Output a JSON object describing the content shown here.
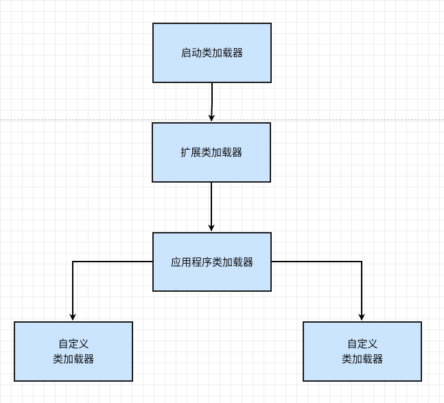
{
  "diagram": {
    "colors": {
      "node_fill": "#cce5ff",
      "node_border": "#1a1a1a",
      "edge": "#000000",
      "background": "#ffffff",
      "grid": "#eeeeee"
    },
    "nodes": {
      "bootstrap": {
        "label": "启动类加载器"
      },
      "extension": {
        "label": "扩展类加载器"
      },
      "application": {
        "label": "应用程序类加载器"
      },
      "custom_left": {
        "label": "自定义\n类加载器"
      },
      "custom_right": {
        "label": "自定义\n类加载器"
      }
    },
    "edges": [
      {
        "from": "bootstrap",
        "to": "extension"
      },
      {
        "from": "extension",
        "to": "application"
      },
      {
        "from": "application",
        "to": "custom_left"
      },
      {
        "from": "application",
        "to": "custom_right"
      }
    ]
  }
}
